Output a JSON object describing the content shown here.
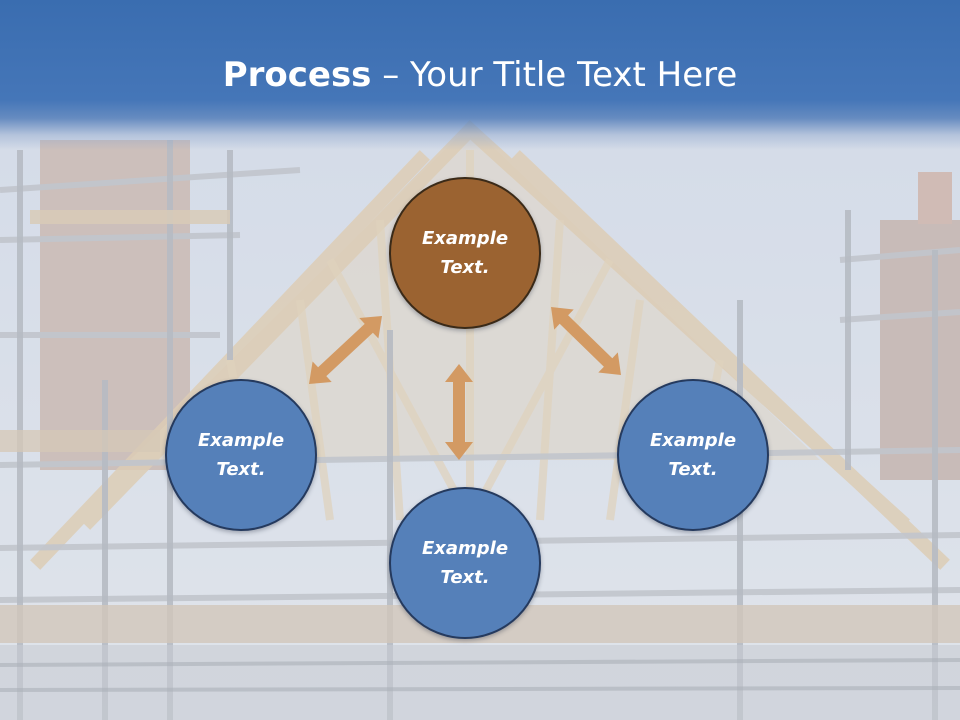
{
  "title": {
    "bold": "Process",
    "rest": " – Your Title Text Here"
  },
  "nodes": [
    {
      "label": "Example\nText.",
      "color": "#9b6331",
      "border": "#3a2a18"
    },
    {
      "label": "Example\nText.",
      "color": "#5580b9",
      "border": "#253a5e"
    },
    {
      "label": "Example\nText.",
      "color": "#5580b9",
      "border": "#253a5e"
    },
    {
      "label": "Example\nText.",
      "color": "#5580b9",
      "border": "#253a5e"
    }
  ],
  "colors": {
    "arrow": "#d39a63",
    "title_bar": "#3f72b5",
    "title_text": "#ffffff"
  }
}
